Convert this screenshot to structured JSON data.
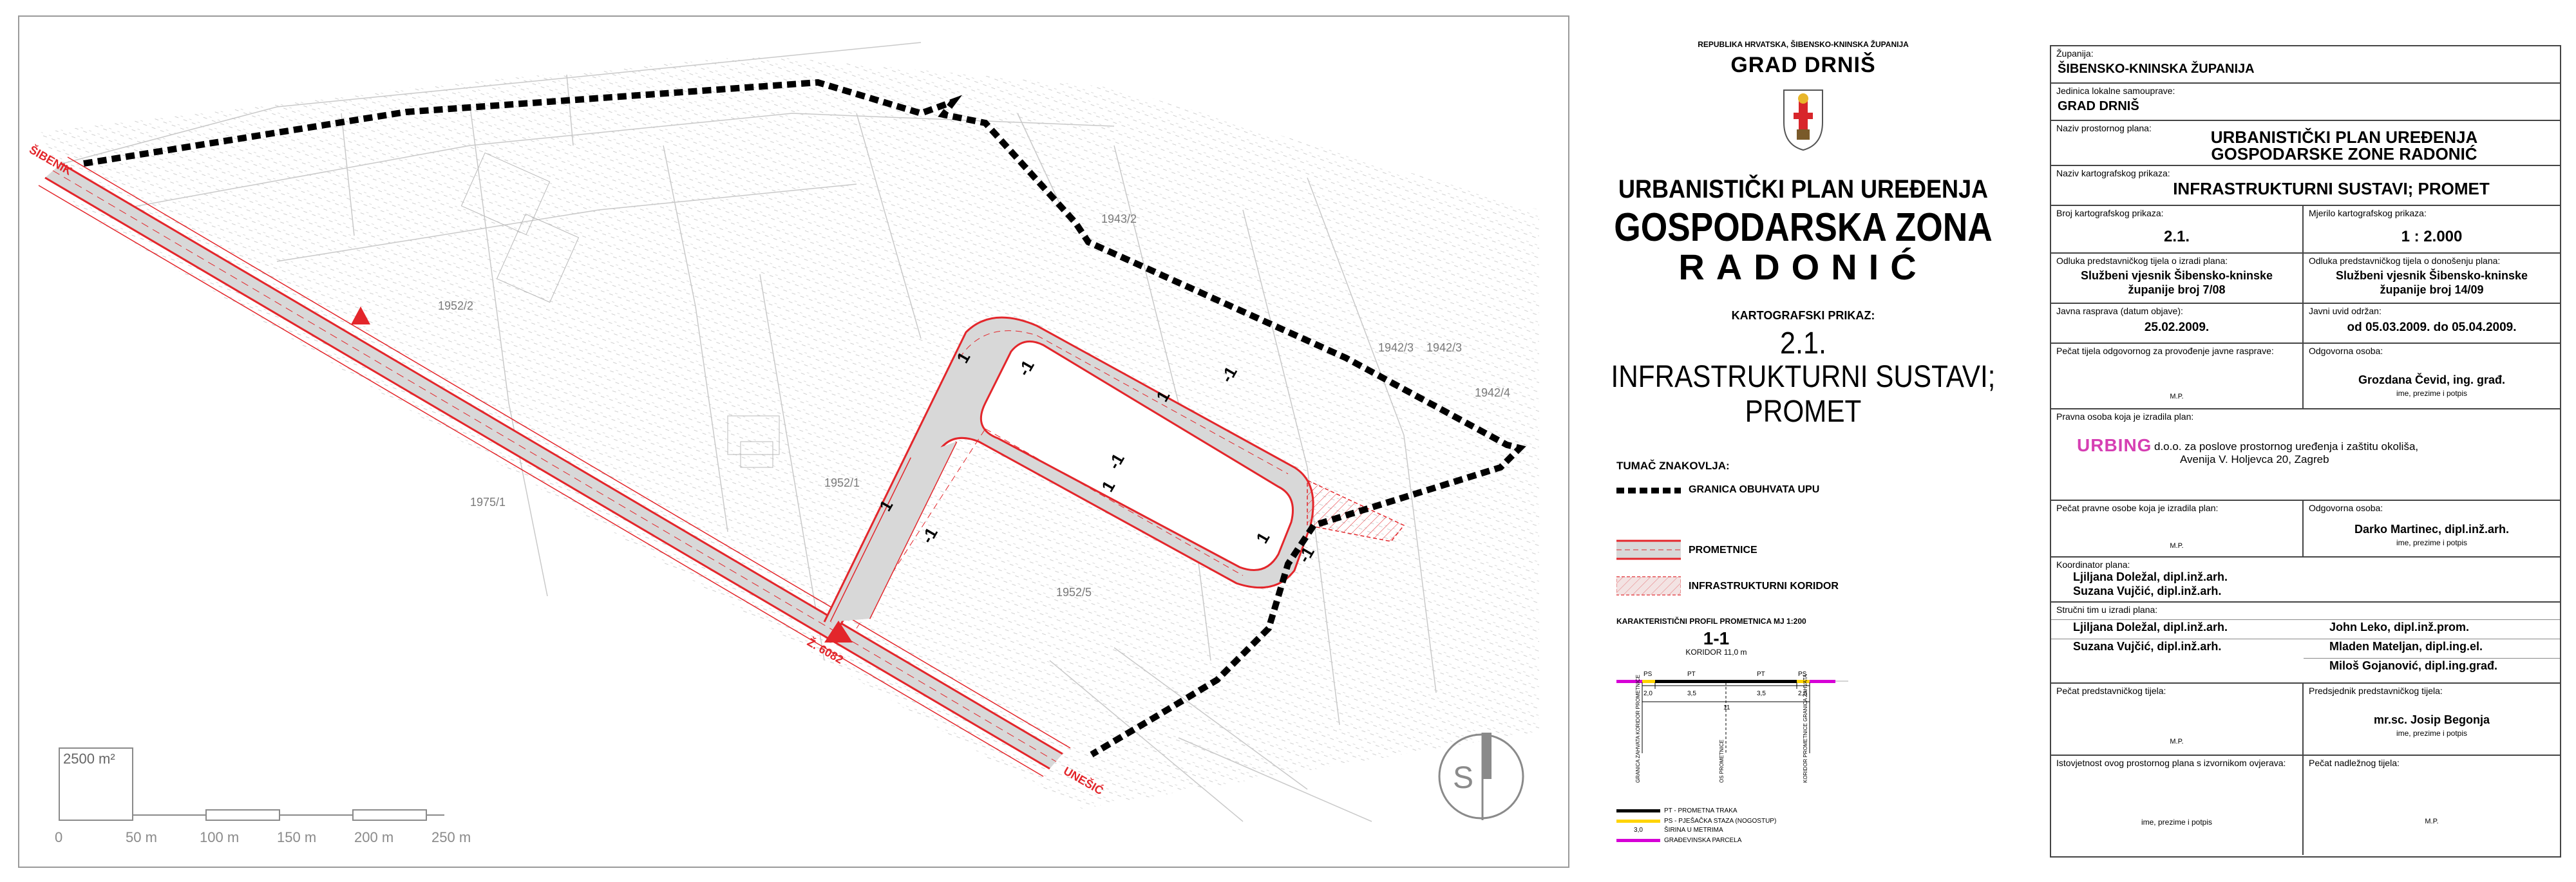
{
  "map": {
    "parcels": [
      "1952/2",
      "1952/1",
      "1952/5",
      "1975/1",
      "1943/2",
      "1942/3",
      "1942/3",
      "1942/4"
    ],
    "road_labels": {
      "sibenik": "ŠIBENIK",
      "unesic": "UNEŠIĆ",
      "road_code": "Ž. 6082"
    },
    "section_marks": [
      "1",
      "-1"
    ],
    "area_box": "2500 m²",
    "scale_labels": [
      "0",
      "50 m",
      "100 m",
      "150 m",
      "200 m",
      "250 m"
    ],
    "north_letter": "S"
  },
  "title_block": {
    "republic": "REPUBLIKA HRVATSKA, ŠIBENSKO-KNINSKA ŽUPANIJA",
    "city": "GRAD DRNIŠ",
    "plan_line1": "URBANISTIČKI PLAN UREĐENJA",
    "plan_line2": "GOSPODARSKA ZONA",
    "plan_line3": "RADONIĆ",
    "karto_label": "KARTOGRAFSKI PRIKAZ:",
    "karto_number": "2.1.",
    "karto_title1": "INFRASTRUKTURNI SUSTAVI;",
    "karto_title2": "PROMET"
  },
  "legend": {
    "title": "TUMAČ ZNAKOVLJA:",
    "boundary": "GRANICA OBUHVATA UPU",
    "roads": "PROMETNICE",
    "corridor": "INFRASTRUKTURNI KORIDOR",
    "profile_title": "KARAKTERISTIČNI PROFIL PROMETNICA   MJ 1:200",
    "profile_name": "1-1",
    "profile_sub": "KORIDOR 11,0 m",
    "profile_segments": [
      "PS",
      "PT",
      "PT",
      "PS"
    ],
    "profile_widths": [
      "2,0",
      "3,5",
      "3,5",
      "2,0"
    ],
    "profile_total": "11",
    "profile_vertical_labels": [
      "GRANICA ZAHVATA KORIDOR PROMETNICE",
      "OS PROMETNICE",
      "KORIDOR PROMETNICE GRANICA ZAHVATA"
    ],
    "small_legend": [
      {
        "label": "PT - PROMETNA TRAKA",
        "color": "#000000"
      },
      {
        "label": "PS - PJEŠAČKA STAZA (NOGOSTUP)",
        "color": "#ffd400"
      },
      {
        "label": "ŠIRINA U METRIMA",
        "sample": "3,0"
      },
      {
        "label": "GRAĐEVINSKA PARCELA",
        "color": "#d600d6"
      }
    ]
  },
  "info": {
    "zupanija_label": "Županija:",
    "zupanija": "ŠIBENSKO-KNINSKA ŽUPANIJA",
    "jls_label": "Jedinica lokalne samouprave:",
    "jls": "GRAD DRNIŠ",
    "naziv_plana_label": "Naziv prostornog plana:",
    "naziv_plana1": "URBANISTIČKI PLAN UREĐENJA",
    "naziv_plana2": "GOSPODARSKE ZONE RADONIĆ",
    "naziv_prikaza_label": "Naziv kartografskog prikaza:",
    "naziv_prikaza": "INFRASTRUKTURNI SUSTAVI; PROMET",
    "broj_label": "Broj kartografskog prikaza:",
    "broj": "2.1.",
    "mjerilo_label": "Mjerilo kartografskog prikaza:",
    "mjerilo": "1 : 2.000",
    "odluka_izrada_label": "Odluka predstavničkog tijela o izradi plana:",
    "odluka_izrada1": "Službeni vjesnik Šibensko-kninske",
    "odluka_izrada2": "županije broj 7/08",
    "odluka_donos_label": "Odluka predstavničkog tijela o donošenju plana:",
    "odluka_donos1": "Službeni vjesnik Šibensko-kninske",
    "odluka_donos2": "županije broj 14/09",
    "rasprava_label": "Javna rasprava (datum objave):",
    "rasprava": "25.02.2009.",
    "uvid_label": "Javni uvid održan:",
    "uvid": "od 05.03.2009. do 05.04.2009.",
    "pecat_rasprava_label": "Pečat tijela odgovornog za provođenje javne rasprave:",
    "odgovorna1_label": "Odgovorna osoba:",
    "odgovorna1": "Grozdana Čevid, ing. građ.",
    "mp": "M.P.",
    "ime_prezime_potpis": "ime, prezime i potpis",
    "pravna_label": "Pravna osoba koja je izradila plan:",
    "urbing": "URBING",
    "urbing_desc1": "d.o.o. za poslove prostornog uređenja i zaštitu okoliša,",
    "urbing_desc2": "Avenija V. Holjevca 20, Zagreb",
    "pecat_pravne_label": "Pečat pravne osobe koja je izradila plan:",
    "odgovorna2_label": "Odgovorna osoba:",
    "odgovorna2": "Darko Martinec, dipl.inž.arh.",
    "koordinator_label": "Koordinator plana:",
    "koordinator1": "Ljiljana Doležal, dipl.inž.arh.",
    "koordinator2": "Suzana Vujčić, dipl.inž.arh.",
    "strucni_label": "Stručni tim u izradi plana:",
    "tim_left1": "Ljiljana Doležal, dipl.inž.arh.",
    "tim_left2": "Suzana Vujčić, dipl.inž.arh.",
    "tim_right1": "John Leko, dipl.inž.prom.",
    "tim_right2": "Mladen Mateljan, dipl.ing.el.",
    "tim_right3": "Miloš Gojanović, dipl.ing.građ.",
    "pecat_predst_label": "Pečat predstavničkog tijela:",
    "predsjednik_label": "Predsjednik predstavničkog tijela:",
    "predsjednik": "mr.sc. Josip Begonja",
    "istovjetnost_label": "Istovjetnost ovog prostornog plana s izvornikom ovjerava:",
    "pecat_nadlezni_label": "Pečat nadležnog tijela:",
    "ime_prezime_potpis2": "ime, prezime i potpis"
  },
  "colors": {
    "road": "#e3262b",
    "road_fill": "#d8d8d8",
    "boundary": "#000000",
    "urbing": "#d63fb3"
  }
}
